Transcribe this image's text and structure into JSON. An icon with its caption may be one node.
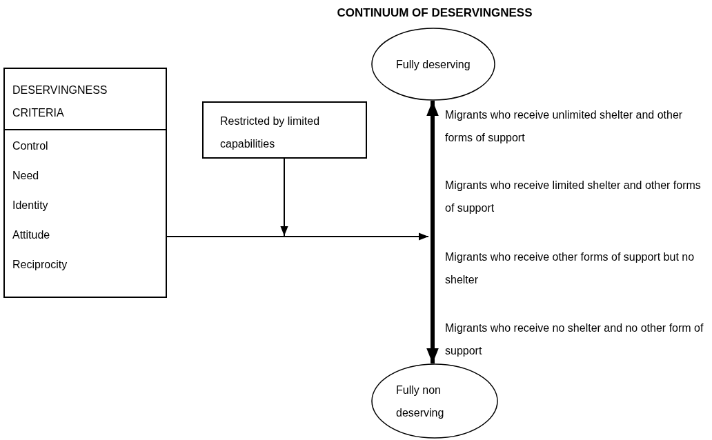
{
  "diagram": {
    "title": "CONTINUUM OF DESERVINGNESS",
    "nodes": [
      {
        "text": [
          "DESERVINGNESS CRITERIA",
          "Control",
          "Need",
          "Identity",
          "Attitude",
          "Reciprocity"
        ]
      },
      {
        "text": [
          "Restricted by limited capabilities"
        ]
      },
      {
        "text": [
          "Fully deserving"
        ]
      },
      {
        "text": [
          "Fully non deserving"
        ]
      }
    ],
    "edges": [
      {
        "from": 2,
        "to": 3,
        "arrow": "both",
        "style": "thick"
      },
      {
        "from": 1,
        "to": null,
        "arrow": "to"
      },
      {
        "from": 0,
        "to": null,
        "arrow": "to"
      }
    ],
    "labels": [
      "Migrants who receive unlimited shelter and other forms of support",
      "Migrants who receive limited shelter and other forms of support",
      "Migrants who receive other forms of support but no shelter",
      "Migrants who receive no shelter and no other form of support"
    ]
  }
}
